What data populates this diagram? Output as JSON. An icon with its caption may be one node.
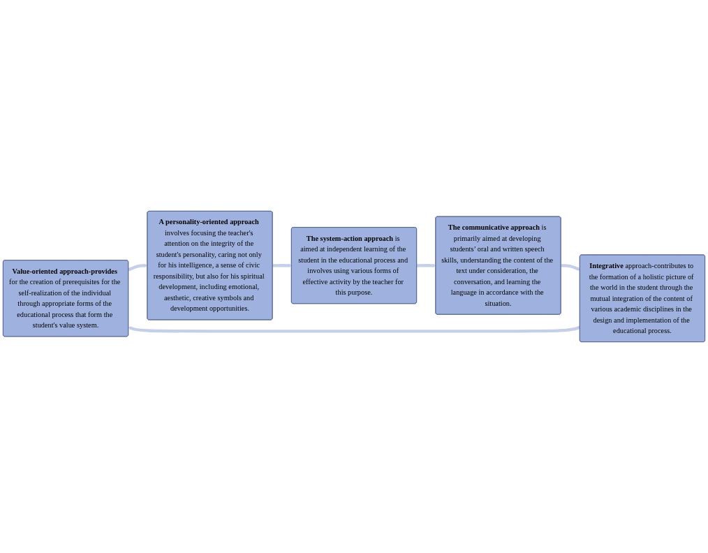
{
  "diagram": {
    "nodes": [
      {
        "text": [
          "**Value-oriented approach-provides** for the creation of prerequisites for the self-realization of the individual through appropriate forms of the educational process that form the student's value system."
        ]
      },
      {
        "text": [
          "**A personality-oriented approach** involves focusing the teacher's attention on the integrity of the student's personality, caring not only for his intelligence, a sense of civic responsibility, but also for his spiritual development, including emotional, aesthetic, creative symbols and development opportunities."
        ]
      },
      {
        "text": [
          "**The system-action approach** is aimed at independent learning of the student in the educational process and involves using various forms of effective activity by the teacher for this purpose."
        ]
      },
      {
        "text": [
          "**The communicative approach** is primarily aimed at developing students’ oral and written speech skills, understanding the content of the text under consideration, the conversation, and learning the language in accordance with the situation."
        ]
      },
      {
        "text": [
          "**Integrative** approach-contributes to the formation of a holistic picture of the world in the student through the mutual integration of the content of various academic disciplines in the design and implementation of the educational process."
        ]
      }
    ],
    "edges": [
      {
        "from": 0,
        "to": 1,
        "arrow": "to"
      },
      {
        "from": 1,
        "to": 2,
        "arrow": "to"
      },
      {
        "from": 2,
        "to": 3,
        "arrow": "to"
      },
      {
        "from": 3,
        "to": 4,
        "arrow": "to"
      },
      {
        "from": 4,
        "to": 0,
        "arrow": "to"
      }
    ]
  }
}
